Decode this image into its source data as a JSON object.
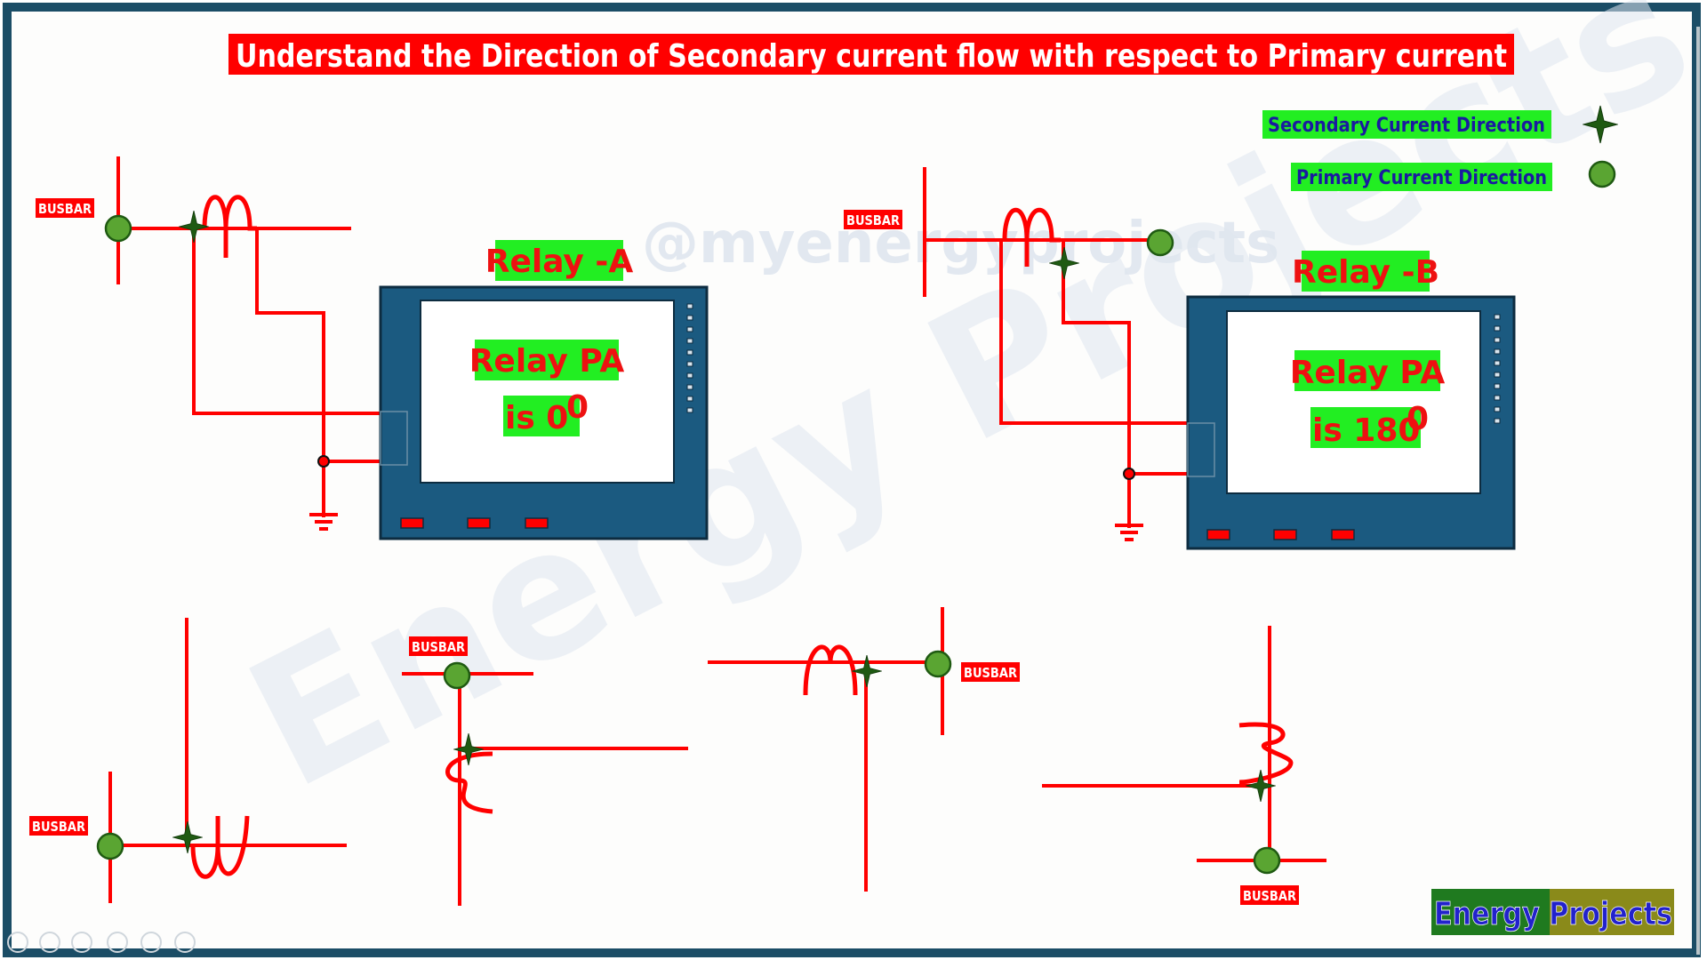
{
  "title": "Understand the Direction of Secondary current flow with respect to Primary current",
  "legend": {
    "secondary_label": "Secondary Current Direction",
    "primary_label": "Primary Current Direction"
  },
  "watermark": {
    "handle": "@myenergyprojects",
    "brand": "Energy Projects"
  },
  "busbar_label": "BUSBAR",
  "relay_a": {
    "name": "Relay -A",
    "line1": "Relay PA",
    "line2": "is 0",
    "degree": "0"
  },
  "relay_b": {
    "name": "Relay -B",
    "line1": "Relay PA",
    "line2": "is 180",
    "degree": "0"
  },
  "logo": {
    "text": "Energy Projects",
    "colors": [
      "#1f7a1f",
      "#8a8a1a"
    ]
  },
  "colors": {
    "wire": "#ff0000",
    "primary_dot": "#5aa532",
    "secondary_star": "#1f5a12",
    "relay_body": "#1b5a80",
    "legend_bg": "#22ee22",
    "title_bg": "#ff0000"
  },
  "icons": [
    "four-point-star-icon",
    "green-circle-icon",
    "ground-icon"
  ]
}
